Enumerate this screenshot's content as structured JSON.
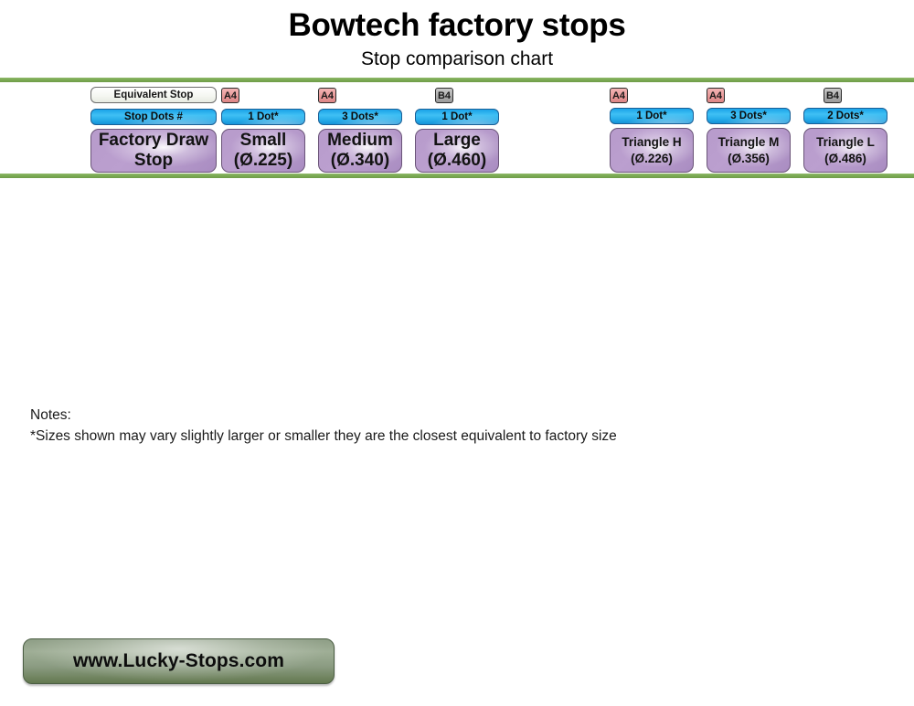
{
  "header": {
    "title": "Bowtech factory stops",
    "subtitle": "Stop comparison chart"
  },
  "theme": {
    "rule_green": "#7cab54",
    "pill_blue": "#26ace9",
    "box_purple": "#b296c8",
    "badge_a4": "#ea9c9c",
    "badge_b4": "#b0b0b0",
    "footer_green": "#8b9c82"
  },
  "chart_data": {
    "type": "table",
    "title": "Bowtech factory stops",
    "subtitle": "Stop comparison chart",
    "row_headers": {
      "equivalent_stop": "Equivalent Stop",
      "stop_dots": "Stop Dots #",
      "factory_draw_stop_line1": "Factory Draw",
      "factory_draw_stop_line2": "Stop"
    },
    "columns": [
      {
        "badge": "A4",
        "badge_type": "a4",
        "dots": "1 Dot*",
        "name": "Small",
        "diameter": "(Ø.225)",
        "diameter_value": 0.225
      },
      {
        "badge": "A4",
        "badge_type": "a4",
        "dots": "3 Dots*",
        "name": "Medium",
        "diameter": "(Ø.340)",
        "diameter_value": 0.34
      },
      {
        "badge": "B4",
        "badge_type": "b4",
        "dots": "1 Dot*",
        "name": "Large",
        "diameter": "(Ø.460)",
        "diameter_value": 0.46
      },
      {
        "badge": "A4",
        "badge_type": "a4",
        "dots": "1 Dot*",
        "name": "Triangle H",
        "diameter": "(Ø.226)",
        "diameter_value": 0.226
      },
      {
        "badge": "A4",
        "badge_type": "a4",
        "dots": "3 Dots*",
        "name": "Triangle M",
        "diameter": "(Ø.356)",
        "diameter_value": 0.356
      },
      {
        "badge": "B4",
        "badge_type": "b4",
        "dots": "2 Dots*",
        "name": "Triangle L",
        "diameter": "(Ø.486)",
        "diameter_value": 0.486
      }
    ]
  },
  "notes": {
    "heading": "Notes:",
    "line1": "*Sizes shown may vary slightly larger or smaller they are the closest equivalent to factory size"
  },
  "footer": {
    "link_label": "www.Lucky-Stops.com"
  }
}
